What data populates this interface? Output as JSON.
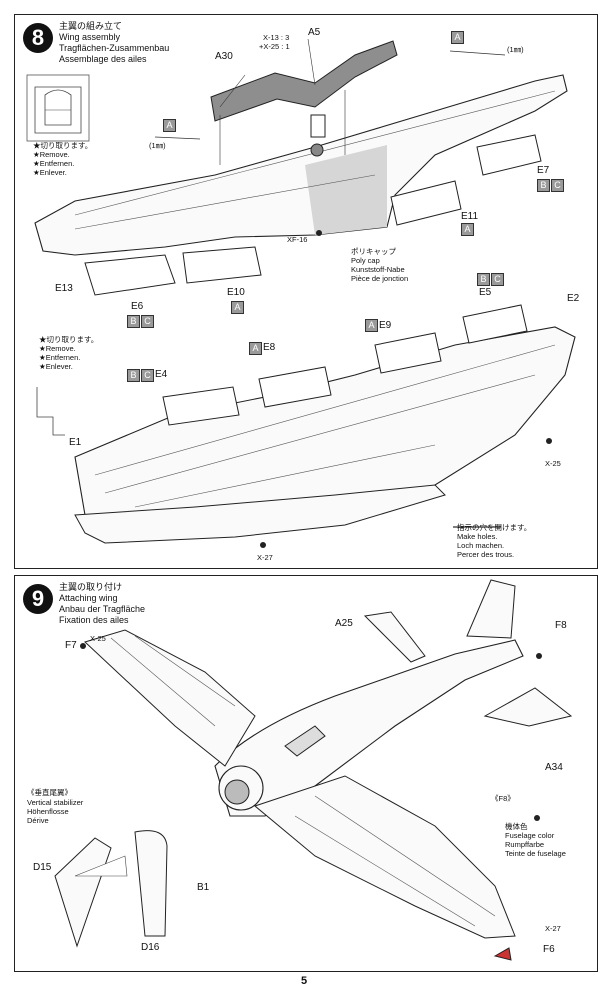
{
  "step8": {
    "number": "8",
    "title_jp": "主翼の組み立て",
    "title_en": "Wing assembly",
    "title_de": "Tragflächen-Zusammenbau",
    "title_fr": "Assemblage des ailes",
    "remove_note_top": {
      "jp": "★切り取ります。",
      "en": "★Remove.",
      "de": "★Entfernen.",
      "fr": "★Enlever."
    },
    "remove_note_mid": {
      "jp": "★切り取ります。",
      "en": "★Remove.",
      "de": "★Entfernen.",
      "fr": "★Enlever."
    },
    "dim_1mm_left": "(1㎜)",
    "dim_1mm_right": "(1㎜)",
    "color_a5": {
      "line1": "X-13 : 3",
      "line2": "+X-25 : 1"
    },
    "poly_cap": {
      "jp": "ポリキャップ",
      "en": "Poly cap",
      "de": "Kunststoff-Nabe",
      "fr": "Pièce de jonction"
    },
    "xf16": "XF-16",
    "x25": "X-25",
    "x27": "X-27",
    "make_holes": {
      "jp": "指示の穴を開けます。",
      "en": "Make holes.",
      "de": "Loch machen.",
      "fr": "Percer des trous."
    },
    "parts": {
      "a30": "A30",
      "a5": "A5",
      "e7": "E7",
      "e11": "E11",
      "e13": "E13",
      "e6": "E6",
      "e10": "E10",
      "e5": "E5",
      "e2": "E2",
      "e8": "E8",
      "e9": "E9",
      "e4": "E4",
      "e1": "E1"
    },
    "boxes": {
      "a": "A",
      "b": "B",
      "c": "C"
    }
  },
  "step9": {
    "number": "9",
    "title_jp": "主翼の取り付け",
    "title_en": "Attaching wing",
    "title_de": "Anbau der Tragfläche",
    "title_fr": "Fixation des ailes",
    "vertical_stabilizer": {
      "jp": "《垂直尾翼》",
      "en": "Vertical stabilizer",
      "de": "Höhenflosse",
      "fr": "Dérive"
    },
    "f8_label": "《F8》",
    "fuselage_color": {
      "jp": "機体色",
      "en": "Fuselage color",
      "de": "Rumpffarbe",
      "fr": "Teinte de fuselage"
    },
    "x25": "X-25",
    "x27": "X-27",
    "parts": {
      "f7": "F7",
      "a25": "A25",
      "f8": "F8",
      "a34": "A34",
      "d15": "D15",
      "b1": "B1",
      "d16": "D16",
      "f6": "F6"
    }
  },
  "page_number": "5"
}
